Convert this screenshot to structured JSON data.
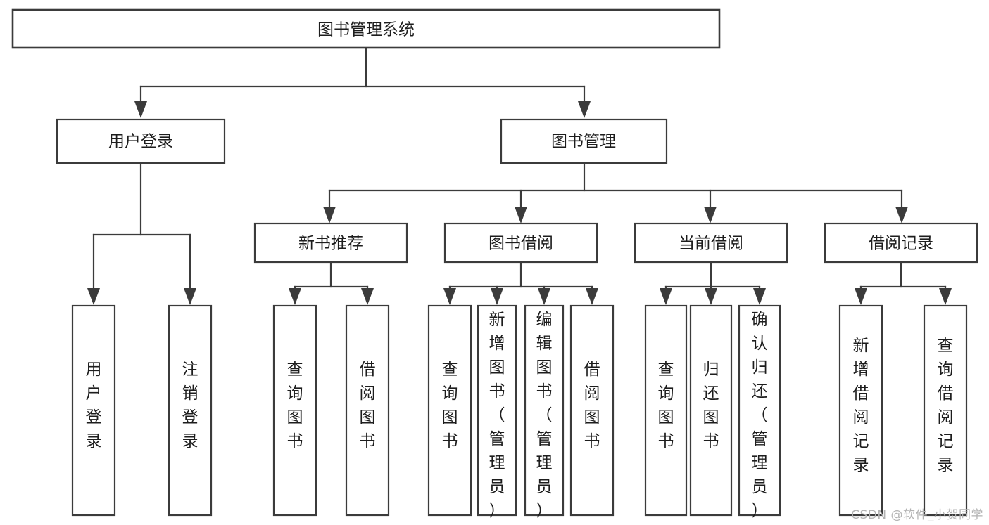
{
  "diagram": {
    "type": "tree-hierarchy",
    "title": "图书管理系统",
    "watermark": "CSDN @软件_小贺同学",
    "nodes": {
      "root": {
        "label": "图书管理系统"
      },
      "level2": [
        {
          "id": "user-login",
          "label": "用户登录"
        },
        {
          "id": "book-management",
          "label": "图书管理"
        }
      ],
      "level3": [
        {
          "id": "new-book-recommend",
          "label": "新书推荐"
        },
        {
          "id": "book-borrow",
          "label": "图书借阅"
        },
        {
          "id": "current-borrow",
          "label": "当前借阅"
        },
        {
          "id": "borrow-record",
          "label": "借阅记录"
        }
      ],
      "leaves": {
        "user-login": [
          {
            "id": "leaf-user-login",
            "label": "用户登录"
          },
          {
            "id": "leaf-logout-login",
            "label": "注销登录"
          }
        ],
        "new-book-recommend": [
          {
            "id": "leaf-query-book-1",
            "label": "查询图书"
          },
          {
            "id": "leaf-borrow-book-1",
            "label": "借阅图书"
          }
        ],
        "book-borrow": [
          {
            "id": "leaf-query-book-2",
            "label": "查询图书"
          },
          {
            "id": "leaf-add-book-admin",
            "label": "新增图书（管理员）"
          },
          {
            "id": "leaf-edit-book-admin",
            "label": "编辑图书（管理员）"
          },
          {
            "id": "leaf-borrow-book-2",
            "label": "借阅图书"
          }
        ],
        "current-borrow": [
          {
            "id": "leaf-query-book-3",
            "label": "查询图书"
          },
          {
            "id": "leaf-return-book",
            "label": "归还图书"
          },
          {
            "id": "leaf-confirm-return-admin",
            "label": "确认归还（管理员）"
          }
        ],
        "borrow-record": [
          {
            "id": "leaf-add-borrow-record",
            "label": "新增借阅记录"
          },
          {
            "id": "leaf-query-borrow-record",
            "label": "查询借阅记录"
          }
        ]
      }
    },
    "colors": {
      "stroke": "#3b3b3b",
      "fill": "#ffffff",
      "text": "#1d1d1d",
      "watermark": "#b3b3b3"
    }
  }
}
